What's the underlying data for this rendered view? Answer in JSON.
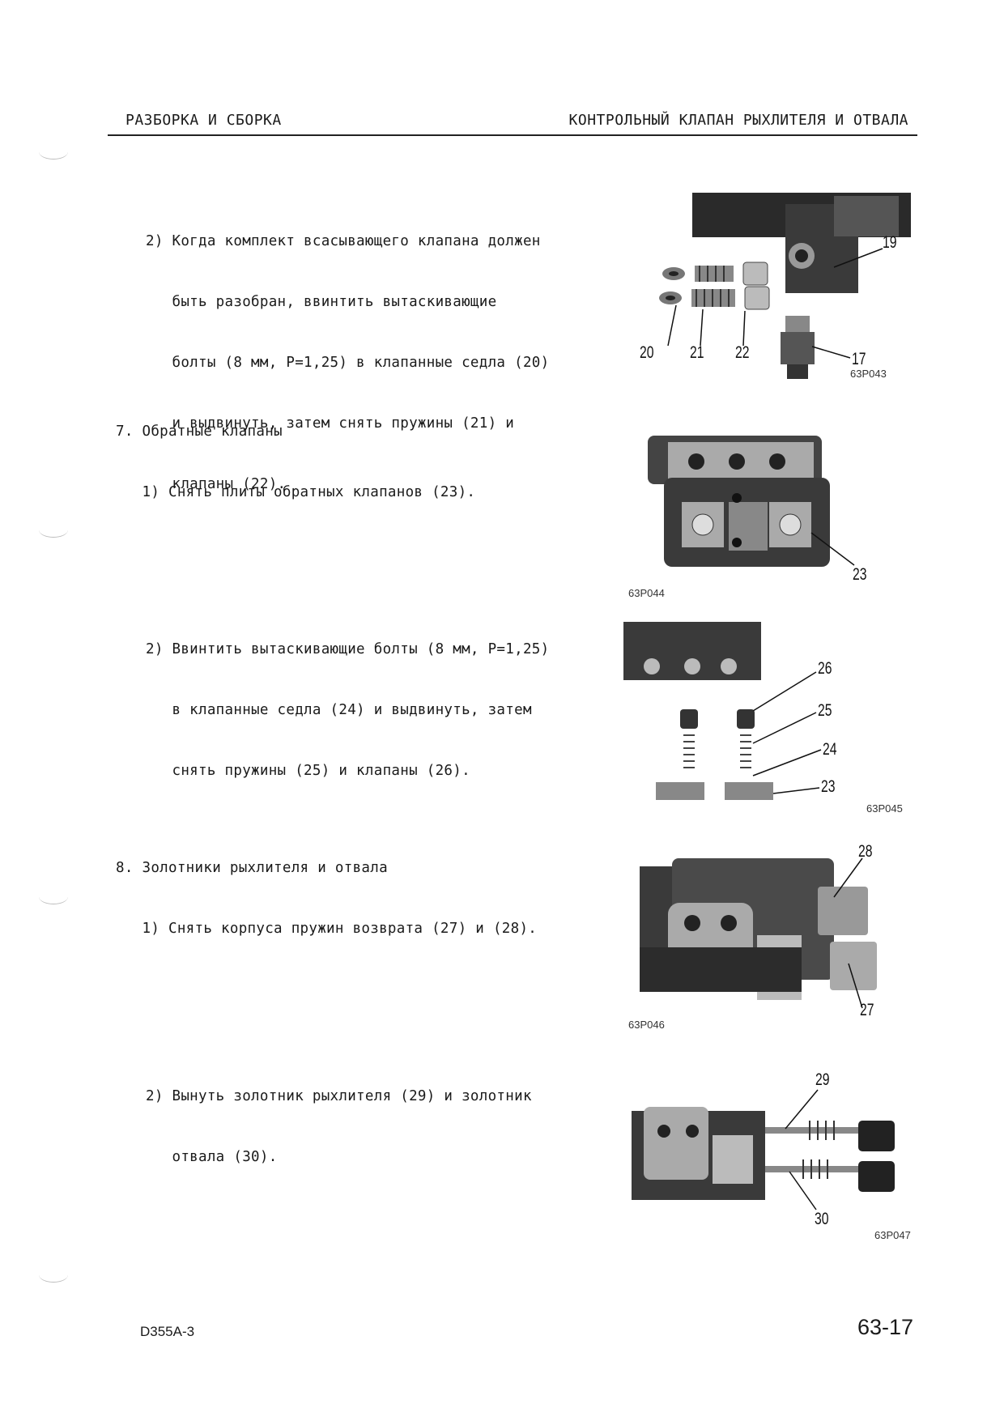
{
  "header": {
    "left": "РАЗБОРКА И СБОРКА",
    "right": "КОНТРОЛЬНЫЙ КЛАПАН РЫХЛИТЕЛЯ И ОТВАЛА"
  },
  "blocks": [
    {
      "lines": [
        "2) Когда комплект всасывающего клапана должен",
        "   быть разобран, ввинтить вытаскивающие",
        "   болты (8 мм, P=1,25) в клапанные седла (20)",
        "   и выдвинуть, затем снять пружины (21) и",
        "   клапаны (22)."
      ]
    },
    {
      "lines": [
        "7. Обратные клапаны",
        "   1) Снять плиты обратных клапанов (23)."
      ]
    },
    {
      "lines": [
        "2) Ввинтить вытаскивающие болты (8 мм, P=1,25)",
        "   в клапанные седла (24) и выдвинуть, затем",
        "   снять пружины (25) и клапаны (26)."
      ]
    },
    {
      "lines": [
        "8. Золотники рыхлителя и отвала",
        "   1) Снять корпуса пружин возврата (27) и (28)."
      ]
    },
    {
      "lines": [
        "2) Вынуть золотник рыхлителя (29) и золотник",
        "   отвала (30)."
      ]
    }
  ],
  "figures": [
    {
      "code": "63P043",
      "callouts": [
        "19",
        "20",
        "21",
        "22",
        "17"
      ]
    },
    {
      "code": "63P044",
      "callouts": [
        "23"
      ]
    },
    {
      "code": "63P045",
      "callouts": [
        "26",
        "25",
        "24",
        "23"
      ]
    },
    {
      "code": "63P046",
      "callouts": [
        "28",
        "27"
      ]
    },
    {
      "code": "63P047",
      "callouts": [
        "29",
        "30"
      ]
    }
  ],
  "footer": {
    "model": "D355A-3",
    "page": "63-17"
  }
}
